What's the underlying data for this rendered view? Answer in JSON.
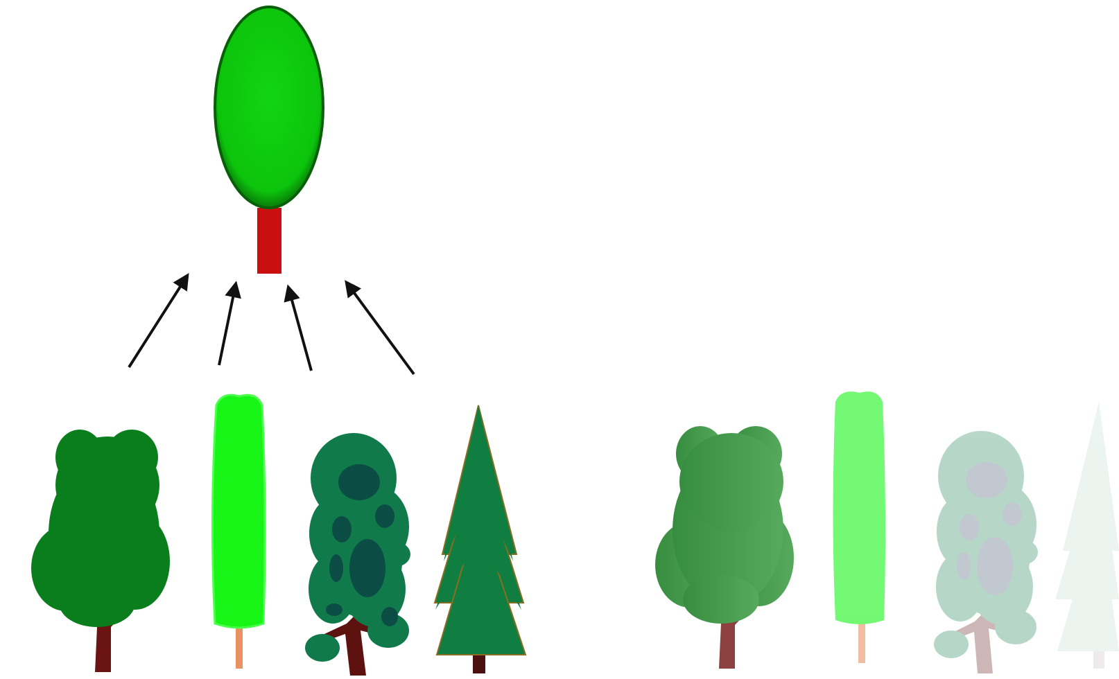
{
  "colors": {
    "background": "#ffffff",
    "prototype_canopy": "#0fc70f",
    "prototype_canopy_outline": "#075f07",
    "prototype_trunk": "#c90f0f",
    "arrow": "#111111",
    "oak_canopy": "#0a7d1c",
    "oak_trunk": "#6b1414",
    "poplar_canopy": "#16f516",
    "poplar_trunk": "#e89262",
    "spotted_canopy": "#117a4a",
    "spotted_spots": "#0b4d44",
    "spotted_trunk": "#5e1210",
    "conifer": "#0f7e40",
    "conifer_edge": "#8a6d22",
    "conifer_trunk": "#4b1010"
  },
  "diagram": {
    "prototype": {
      "icon": "prototype-tree-icon"
    },
    "arrows": 4,
    "examples": [
      {
        "icon": "oak-tree-icon",
        "style": "oak"
      },
      {
        "icon": "poplar-tree-icon",
        "style": "poplar"
      },
      {
        "icon": "spotted-tree-icon",
        "style": "spotted"
      },
      {
        "icon": "conifer-tree-icon",
        "style": "conifer"
      }
    ],
    "faded_examples": [
      {
        "icon": "oak-tree-faded-icon",
        "style": "oak",
        "opacity": 0.85
      },
      {
        "icon": "poplar-tree-faded-icon",
        "style": "poplar",
        "opacity": 0.6
      },
      {
        "icon": "spotted-tree-faded-icon",
        "style": "spotted",
        "opacity": 0.3
      },
      {
        "icon": "conifer-tree-faded-icon",
        "style": "conifer",
        "opacity": 0.08
      }
    ]
  }
}
